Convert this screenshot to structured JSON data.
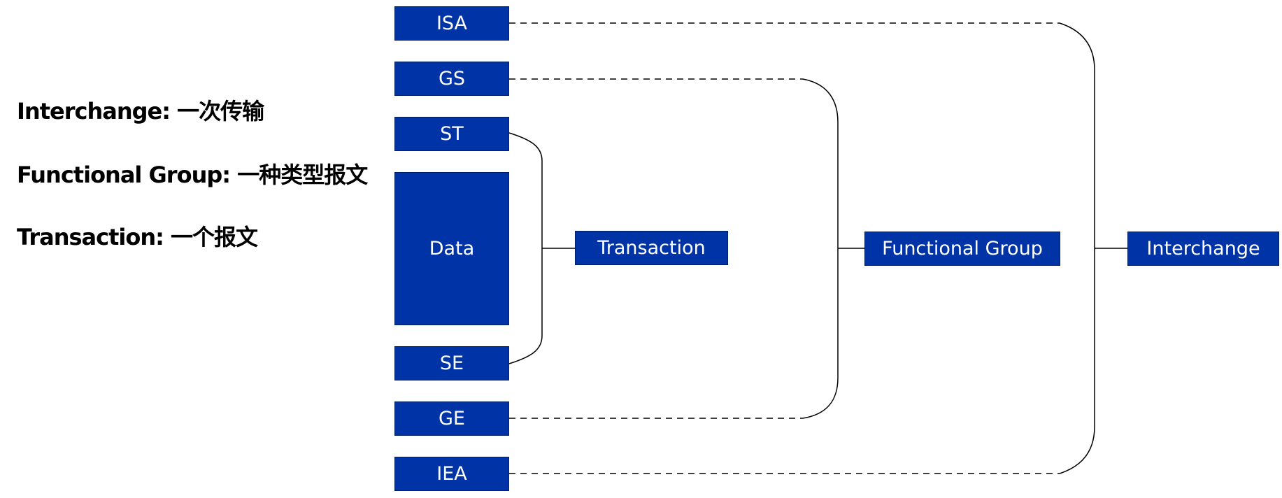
{
  "legend": {
    "interchange": "Interchange: 一次传输",
    "functional_group": "Functional Group: 一种类型报文",
    "transaction": "Transaction: 一个报文"
  },
  "segments": {
    "isa": "ISA",
    "gs": "GS",
    "st": "ST",
    "data": "Data",
    "se": "SE",
    "ge": "GE",
    "iea": "IEA"
  },
  "levels": {
    "transaction": "Transaction",
    "functional_group": "Functional Group",
    "interchange": "Interchange"
  },
  "colors": {
    "box_fill": "#0033a6",
    "box_text": "#ffffff",
    "line": "#000000"
  }
}
